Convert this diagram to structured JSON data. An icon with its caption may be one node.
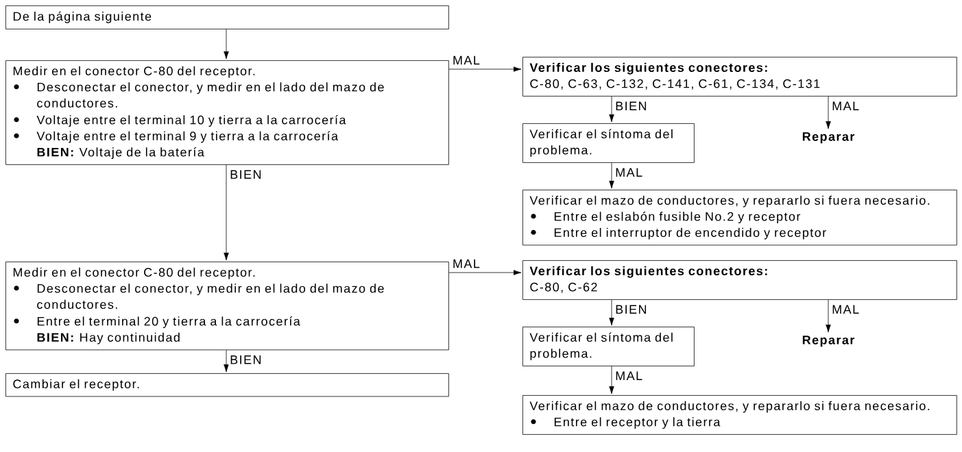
{
  "diagram": {
    "nodes": [
      {
        "text": [
          "De la página siguiente"
        ]
      },
      {
        "text": [
          "Medir en el conector C-80 del receptor.",
          "Desconectar el conector, y medir en el lado del mazo de conductores.",
          "Voltaje entre el terminal 10 y tierra a la carrocería",
          "Voltaje entre el terminal 9 y tierra a la carrocería",
          "**BIEN:** Voltaje de la batería"
        ]
      },
      {
        "text": [
          "Verificar los siguientes conectores:",
          "C-80, C-63, C-132, C-141, C-61, C-134, C-131"
        ]
      },
      {
        "text": [
          "Verificar el síntoma del problema."
        ]
      },
      {
        "text": [
          "Reparar"
        ]
      },
      {
        "text": [
          "Verificar el mazo de conductores, y repararlo si fuera necesario.",
          "Entre el eslabón fusible No.2 y receptor",
          "Entre el interruptor de encendido y receptor"
        ]
      },
      {
        "text": [
          "Medir en el conector C-80 del receptor.",
          "Desconectar el conector, y medir en el lado del mazo de conductores.",
          "Entre el terminal 20 y tierra a la carrocería",
          "**BIEN:** Hay continuidad"
        ]
      },
      {
        "text": [
          "Verificar los siguientes conectores:",
          "C-80, C-62"
        ]
      },
      {
        "text": [
          "Verificar el síntoma del problema."
        ]
      },
      {
        "text": [
          "Reparar"
        ]
      },
      {
        "text": [
          "Verificar el mazo de conductores, y repararlo si fuera necesario.",
          "Entre el receptor y la tierra"
        ]
      },
      {
        "text": [
          "Cambiar el receptor."
        ]
      }
    ],
    "edges": [
      {
        "from": 0,
        "to": 1,
        "arrow": "to"
      },
      {
        "from": 1,
        "to": 2,
        "arrow": "to",
        "label": "MAL"
      },
      {
        "from": 2,
        "to": 3,
        "arrow": "to",
        "label": "BIEN"
      },
      {
        "from": 2,
        "to": 4,
        "arrow": "to",
        "label": "MAL"
      },
      {
        "from": 3,
        "to": 5,
        "arrow": "to",
        "label": "MAL"
      },
      {
        "from": 1,
        "to": 6,
        "arrow": "to",
        "label": "BIEN"
      },
      {
        "from": 6,
        "to": 7,
        "arrow": "to",
        "label": "MAL"
      },
      {
        "from": 7,
        "to": 8,
        "arrow": "to",
        "label": "BIEN"
      },
      {
        "from": 7,
        "to": 9,
        "arrow": "to",
        "label": "MAL"
      },
      {
        "from": 8,
        "to": 10,
        "arrow": "to",
        "label": "MAL"
      },
      {
        "from": 6,
        "to": 11,
        "arrow": "to",
        "label": "BIEN"
      }
    ]
  }
}
